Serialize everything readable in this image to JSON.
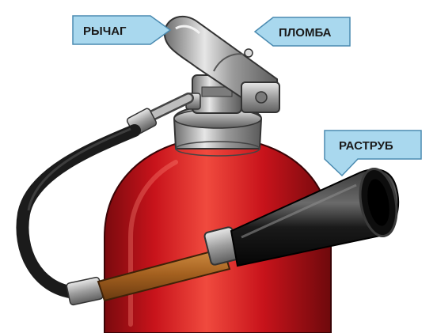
{
  "labels": {
    "lever": "РЫЧАГ",
    "seal": "ПЛОМБА",
    "horn": "РАСТРУБ"
  },
  "colors": {
    "cylinder_red": "#c8131b",
    "callout_blue": "#a9d8ee",
    "hose_black": "#1b1b1b",
    "handle_wood": "#a3601f",
    "metal_silver": "#b9b9b9"
  }
}
